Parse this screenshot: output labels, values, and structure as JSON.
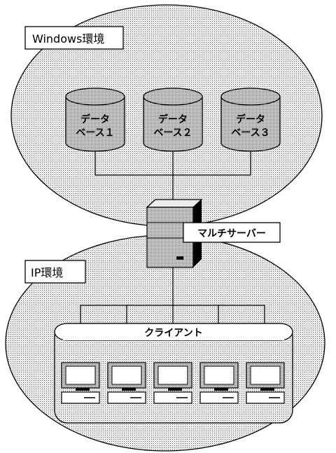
{
  "environments": {
    "windows": {
      "label": "Windows環境"
    },
    "ip": {
      "label": "IP環境"
    }
  },
  "databases": [
    {
      "line1": "データ",
      "line2": "ベース１"
    },
    {
      "line1": "データ",
      "line2": "ベース２"
    },
    {
      "line1": "データ",
      "line2": "ベース３"
    }
  ],
  "server": {
    "label": "マルチサーバー"
  },
  "clients": {
    "label": "クライアント",
    "count": 5
  }
}
